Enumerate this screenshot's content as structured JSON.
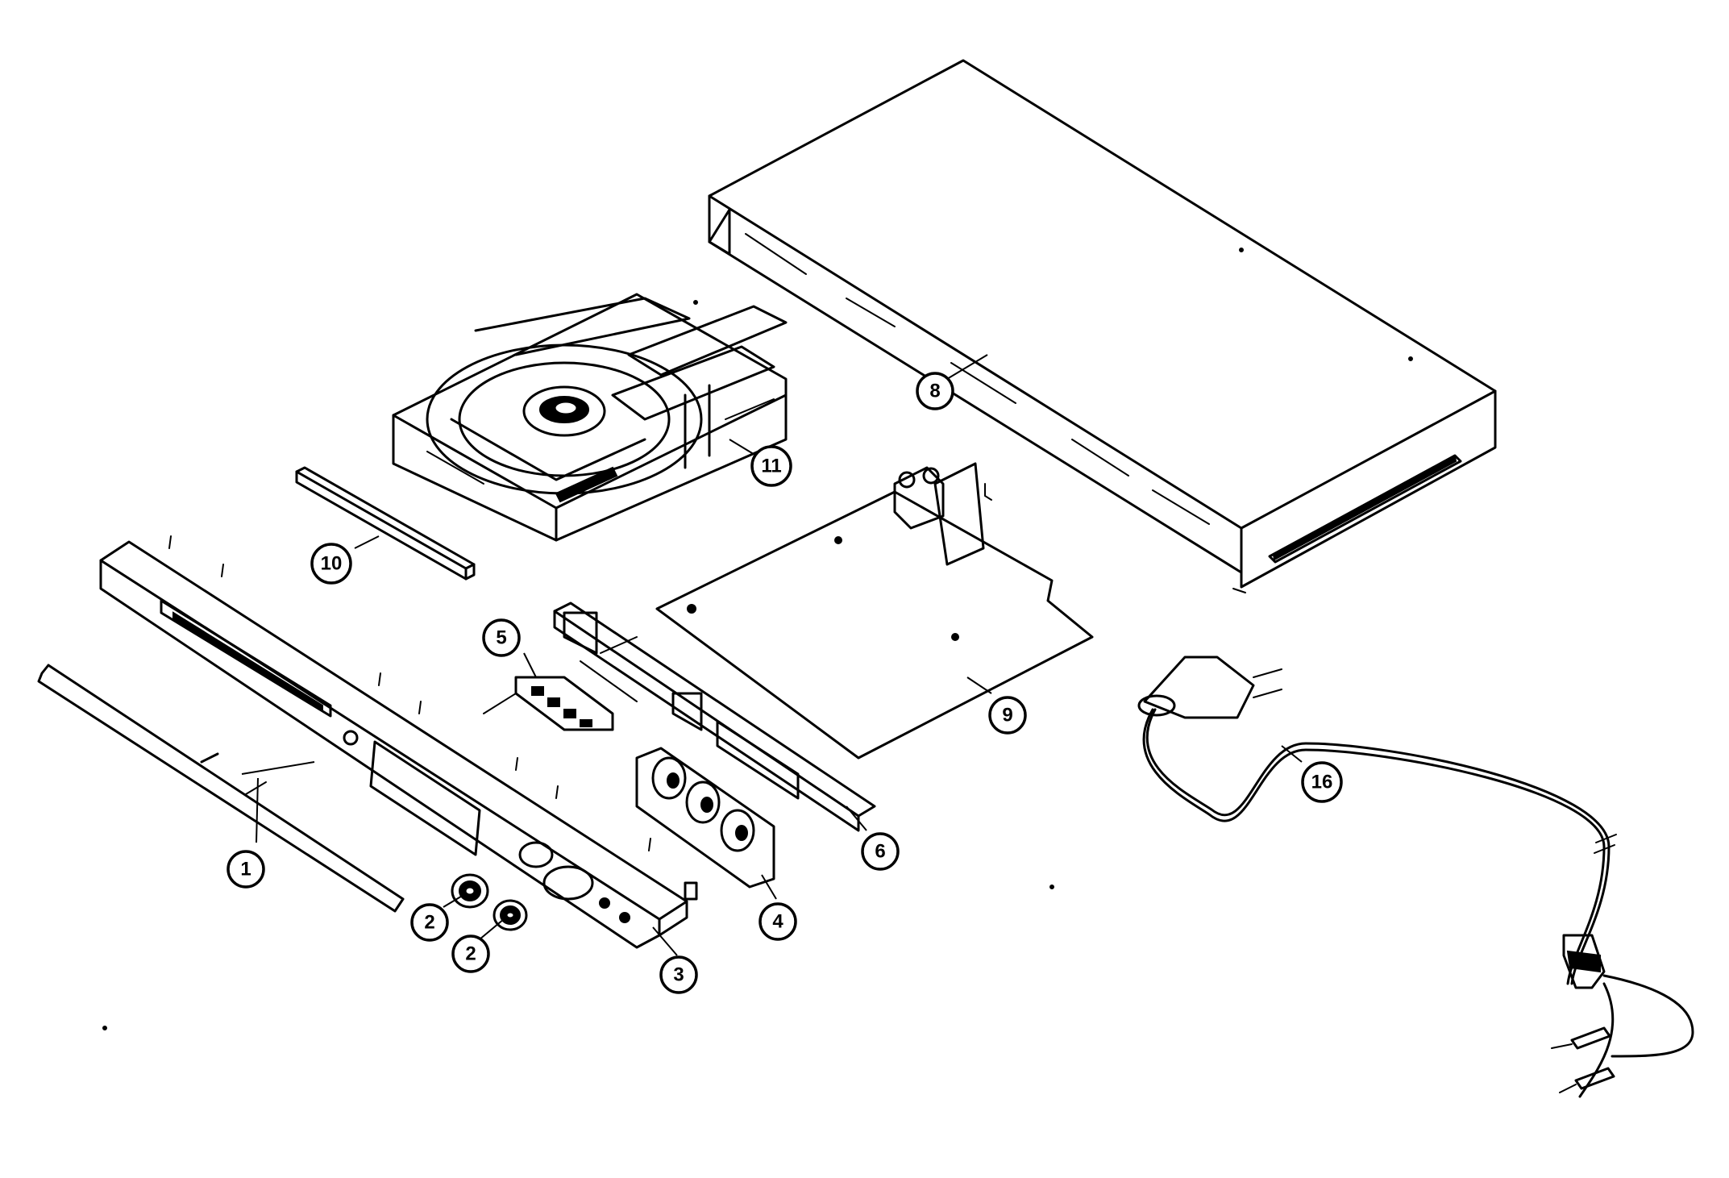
{
  "callouts": [
    {
      "id": "1",
      "label": "1"
    },
    {
      "id": "2a",
      "label": "2"
    },
    {
      "id": "2b",
      "label": "2"
    },
    {
      "id": "3",
      "label": "3"
    },
    {
      "id": "4",
      "label": "4"
    },
    {
      "id": "5",
      "label": "5"
    },
    {
      "id": "6",
      "label": "6"
    },
    {
      "id": "8",
      "label": "8"
    },
    {
      "id": "9",
      "label": "9"
    },
    {
      "id": "10",
      "label": "10"
    },
    {
      "id": "11",
      "label": "11"
    },
    {
      "id": "16",
      "label": "16"
    }
  ]
}
